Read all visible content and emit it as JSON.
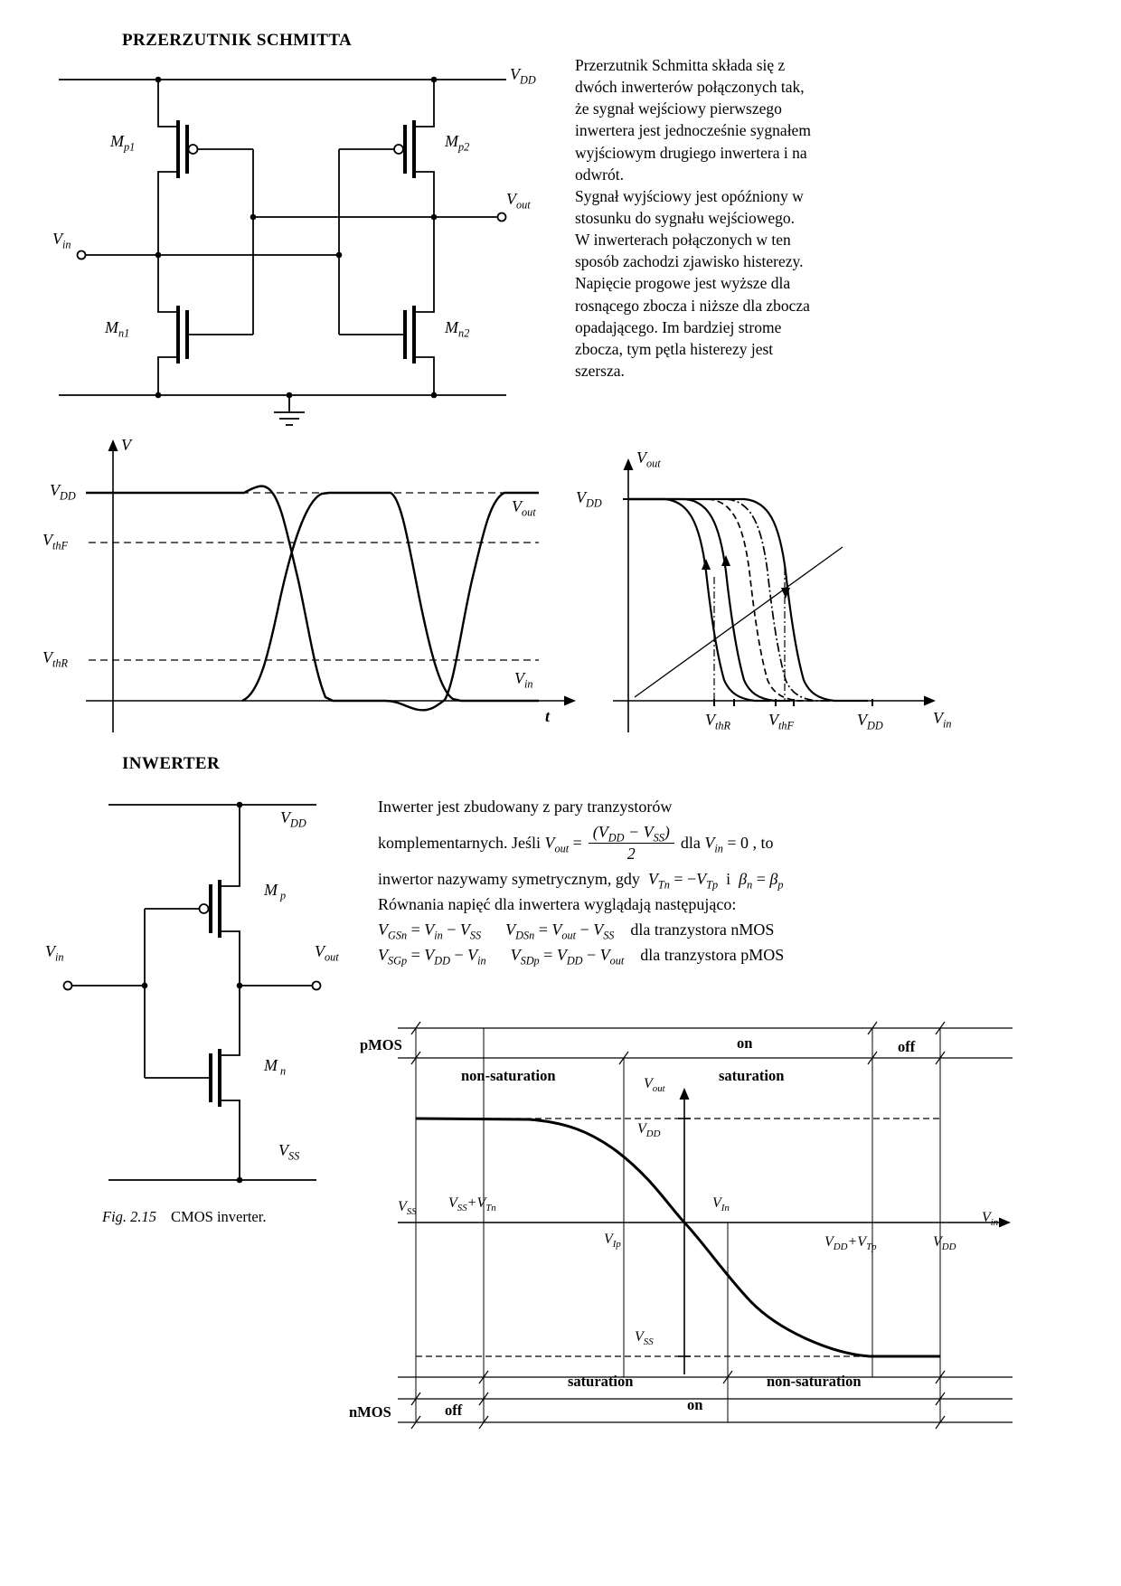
{
  "schmitt": {
    "title": "PRZERZUTNIK SCHMITTA",
    "description": "Przerzutnik Schmitta składa się z\ndwóch inwerterów połączonych tak,\nże sygnał wejściowy pierwszego\ninwertera jest jednocześnie sygnałem\nwyjściowym drugiego inwertera i na\nodwrót.\nSygnał wyjściowy jest opóźniony w\nstosunku do sygnału wejściowego.\nW inwerterach połączonych w ten\nsposób zachodzi zjawisko histerezy.\nNapięcie progowe jest wyższe dla\nrosnącego zbocza i niższe dla zbocza\nopadającego. Im bardziej strome\nzbocza, tym pętla histerezy jest\nszersza.",
    "labels": {
      "vdd": "V_{DD}",
      "vin": "V_{in}",
      "vout": "V_{out}",
      "mp1": "M_{p1}",
      "mp2": "M_{p2}",
      "mn1": "M_{n1}",
      "mn2": "M_{n2}"
    }
  },
  "waveform_plot": {
    "v_axis": "V",
    "t_axis": "t",
    "vdd": "V_{DD}",
    "vthf": "V_{thF}",
    "vthr": "V_{thR}",
    "vout": "V_{out}",
    "vin": "V_{in}"
  },
  "hysteresis_plot": {
    "vout_axis": "V_{out}",
    "vin_axis": "V_{in}",
    "vdd_level": "V_{DD}",
    "vthr": "V_{thR}",
    "vthf": "V_{thF}",
    "vdd_tick": "V_{DD}"
  },
  "inverter": {
    "title": "INWERTER",
    "labels": {
      "vdd": "V_{DD}",
      "vss": "V_{SS}",
      "vin": "V_{in}",
      "vout": "V_{out}",
      "mp": "M_{ p}",
      "mn": "M_{ n}"
    },
    "caption": {
      "label": "Fig. 2.15",
      "text": "CMOS inverter."
    },
    "text": {
      "line1": "Inwerter jest zbudowany z pary tranzystorów",
      "line2_pre": "komplementarnych. Jeśli  ⟨V_{out}⟩ =",
      "frac_num": "⟨(V_{DD} − V_{SS})⟩",
      "frac_den": "2",
      "line2_post": " dla  ⟨V_{in}⟩ = 0 , to",
      "line3": "inwertor nazywamy symetrycznym, gdy  ⟨V_{Tn}⟩ = −⟨V_{Tp}⟩  i  ⟨β_{n}⟩ = ⟨β_{p}⟩",
      "line4": "Równania napięć dla inwertera wyglądają następująco:",
      "line5": "⟨V_{GSn}⟩ = ⟨V_{in}⟩ − ⟨V_{SS}⟩      ⟨V_{DSn}⟩ = ⟨V_{out}⟩ − ⟨V_{SS}⟩    dla tranzystora nMOS",
      "line6": "⟨V_{SGp}⟩ = ⟨V_{DD}⟩ − ⟨V_{in}⟩      ⟨V_{SDp}⟩ = ⟨V_{DD}⟩ − ⟨V_{out}⟩    dla tranzystora pMOS"
    }
  },
  "transfer_plot": {
    "pmos": "pMOS",
    "nmos": "nMOS",
    "pmos_nonsat": "non-saturation",
    "pmos_on": "on",
    "pmos_sat": "saturation",
    "pmos_off": "off",
    "nmos_off": "off",
    "nmos_sat": "saturation",
    "nmos_on": "on",
    "nmos_nonsat": "non-saturation",
    "vout_axis": "V_{out}",
    "vdd_level": "V_{DD}",
    "vss_level": "V_{SS}",
    "vss_origin": "V_{SS}",
    "vss_vtn": "V_{SS}+V_{Tn}",
    "vip": "V_{Ip}",
    "vin_hi": "V_{In}",
    "vdd_vtp": "V_{DD}+V_{Tp}",
    "vdd_end": "V_{DD}",
    "vin_axis": "V_{in}"
  }
}
